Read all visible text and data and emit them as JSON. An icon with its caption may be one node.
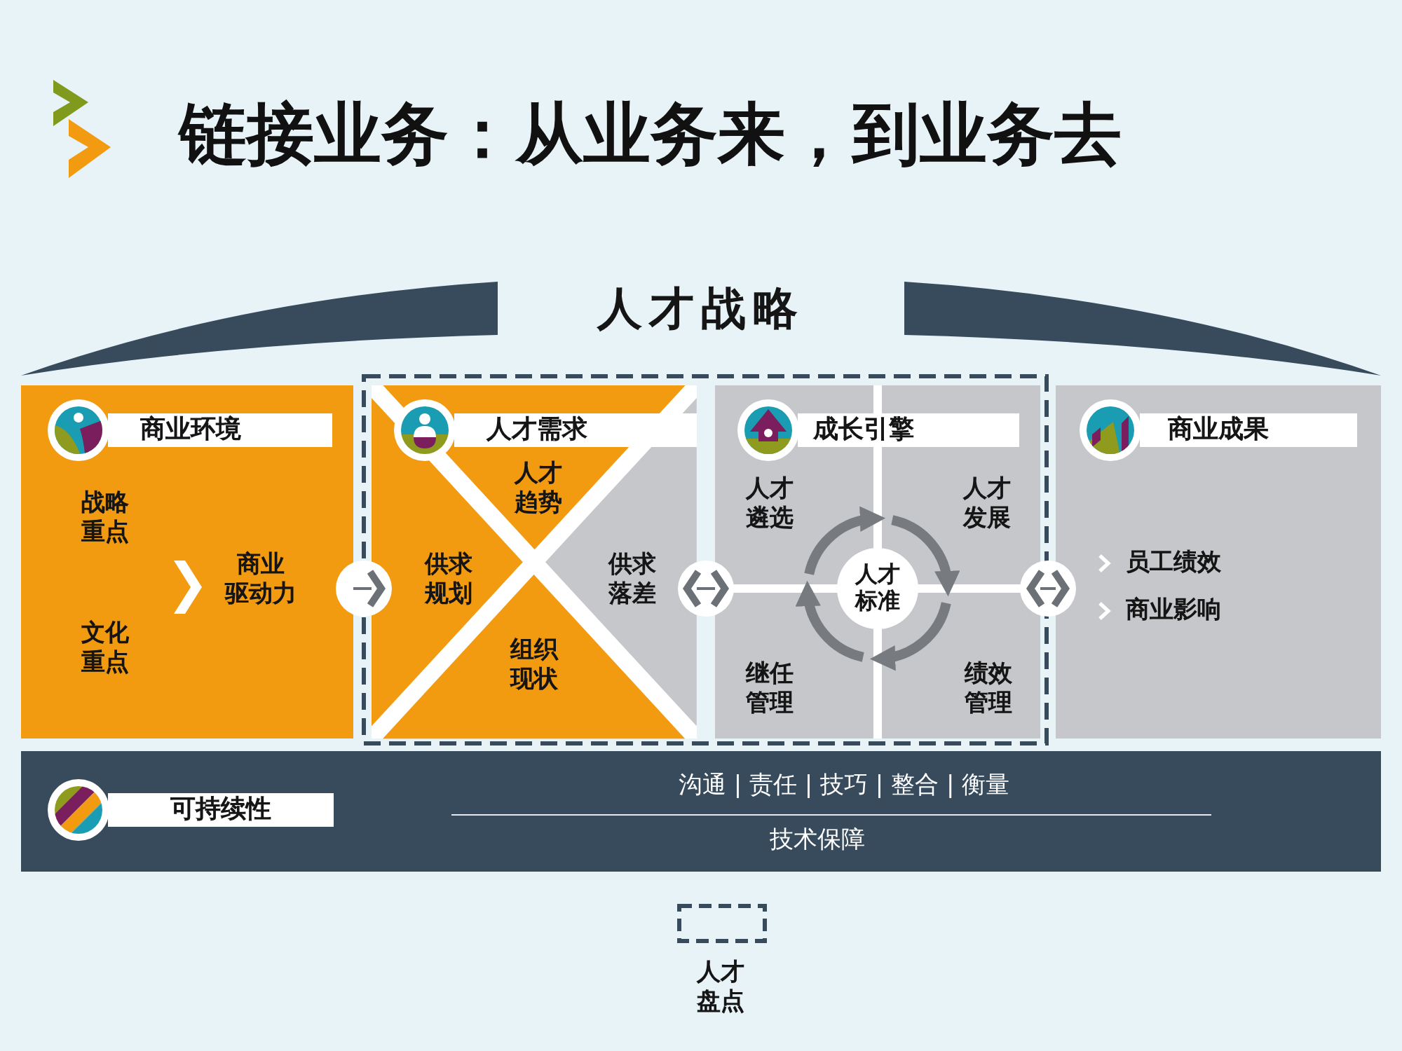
{
  "diagram": {
    "title": "链接业务：从业务来，到业务去",
    "nodes": [
      {
        "text": [
          "商业环境",
          "战略重点",
          "文化重点",
          "商业驱动力"
        ]
      },
      {
        "text": [],
        "shape": "box"
      },
      {
        "text": [],
        "shape": "box",
        "in": 1
      },
      {
        "text": [
          "人才需求"
        ],
        "in": 2
      },
      {
        "text": [
          "人才趋势"
        ],
        "in": 2
      },
      {
        "text": [
          "供求规划"
        ],
        "in": 2
      },
      {
        "text": [
          "供求落差"
        ],
        "in": 2
      },
      {
        "text": [
          "组织现状"
        ],
        "in": 2
      },
      {
        "text": [],
        "shape": "box",
        "in": 1
      },
      {
        "text": [
          "成长引擎"
        ],
        "in": 8
      },
      {
        "text": [
          "人才遴选"
        ],
        "in": 8
      },
      {
        "text": [
          "人才发展"
        ],
        "in": 8
      },
      {
        "text": [
          "人才标准"
        ],
        "in": 8
      },
      {
        "text": [
          "继任管理"
        ],
        "in": 8
      },
      {
        "text": [
          "绩效管理"
        ],
        "in": 8
      },
      {
        "text": [
          "商业成果",
          "员工绩效",
          "商业影响"
        ]
      },
      {
        "text": [
          "可持续性",
          "沟通 | 责任 | 技巧 | 整合 | 衡量",
          "技术保障"
        ]
      }
    ],
    "edges": [
      {
        "from": 0,
        "to": 2,
        "arrow": "to"
      },
      {
        "from": 2,
        "to": 8,
        "arrow": "both"
      },
      {
        "from": 8,
        "to": 15,
        "arrow": "both"
      },
      {
        "from": 10,
        "to": 11,
        "arrow": "to"
      },
      {
        "from": 11,
        "to": 14,
        "arrow": "to"
      },
      {
        "from": 14,
        "to": 13,
        "arrow": "to"
      },
      {
        "from": 13,
        "to": 10,
        "arrow": "to"
      }
    ],
    "labels": [
      "人才战略"
    ],
    "legend": [
      {
        "text": "人才盘点"
      }
    ]
  }
}
